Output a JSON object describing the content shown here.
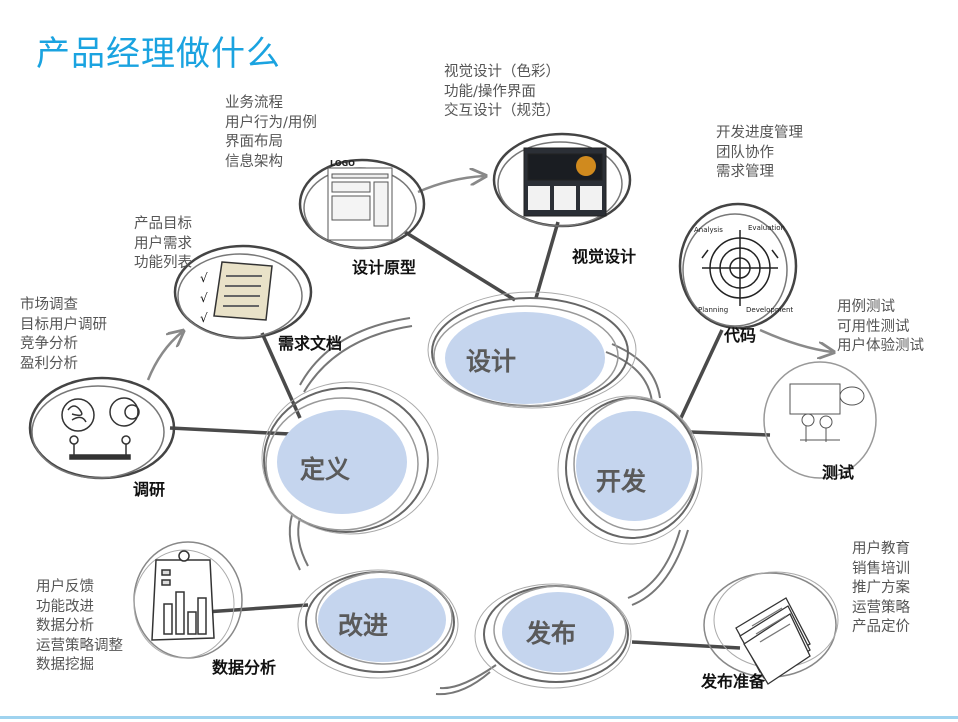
{
  "title": "产品经理做什么",
  "phases": {
    "design": "设计",
    "define": "定义",
    "develop": "开发",
    "release": "发布",
    "improve": "改进"
  },
  "nodes": {
    "research": {
      "label": "调研",
      "items": [
        "市场调查",
        "目标用户调研",
        "竞争分析",
        "盈利分析"
      ]
    },
    "requirements_doc": {
      "label": "需求文档",
      "items": [
        "产品目标",
        "用户需求",
        "功能列表"
      ]
    },
    "prototype": {
      "label": "设计原型",
      "items": [
        "业务流程",
        "用户行为/用例",
        "界面布局",
        "信息架构"
      ]
    },
    "visual_design": {
      "label": "视觉设计",
      "items": [
        "视觉设计（色彩）",
        "功能/操作界面",
        "交互设计（规范）"
      ]
    },
    "code": {
      "label": "代码",
      "items": [
        "开发进度管理",
        "团队协作",
        "需求管理"
      ]
    },
    "testing": {
      "label": "测试",
      "items": [
        "用例测试",
        "可用性测试",
        "用户体验测试"
      ]
    },
    "release_prep": {
      "label": "发布准备",
      "items": [
        "用户教育",
        "销售培训",
        "推广方案",
        "运营策略",
        "产品定价"
      ]
    },
    "data_analysis": {
      "label": "数据分析",
      "items": [
        "用户反馈",
        "功能改进",
        "数据分析",
        "运营策略调整",
        "数据挖掘"
      ]
    }
  },
  "sketch_text": {
    "logo": "LOGO",
    "analysis": "Analysis",
    "evaluation": "Evaluation",
    "planning": "Planning",
    "development": "Development",
    "checks": [
      "√",
      "√",
      "√"
    ]
  },
  "colors": {
    "title": "#1aa3e0",
    "phase_fill": "#c5d5ee",
    "sketch_line": "#555555",
    "connector": "#444444"
  }
}
